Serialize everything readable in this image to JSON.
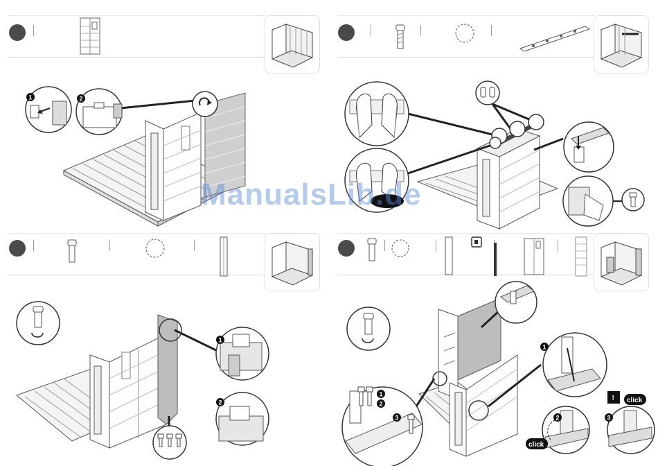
{
  "watermark": "ManualsLib.de",
  "panels": [
    {
      "callouts": [
        "1",
        "2"
      ]
    },
    {
      "callouts": []
    },
    {
      "callouts": [
        "1",
        "2"
      ]
    },
    {
      "callouts": [
        "1",
        "2",
        "3",
        "1",
        "2",
        "3"
      ],
      "click_labels": [
        "click",
        "click"
      ],
      "warning": "!"
    }
  ]
}
